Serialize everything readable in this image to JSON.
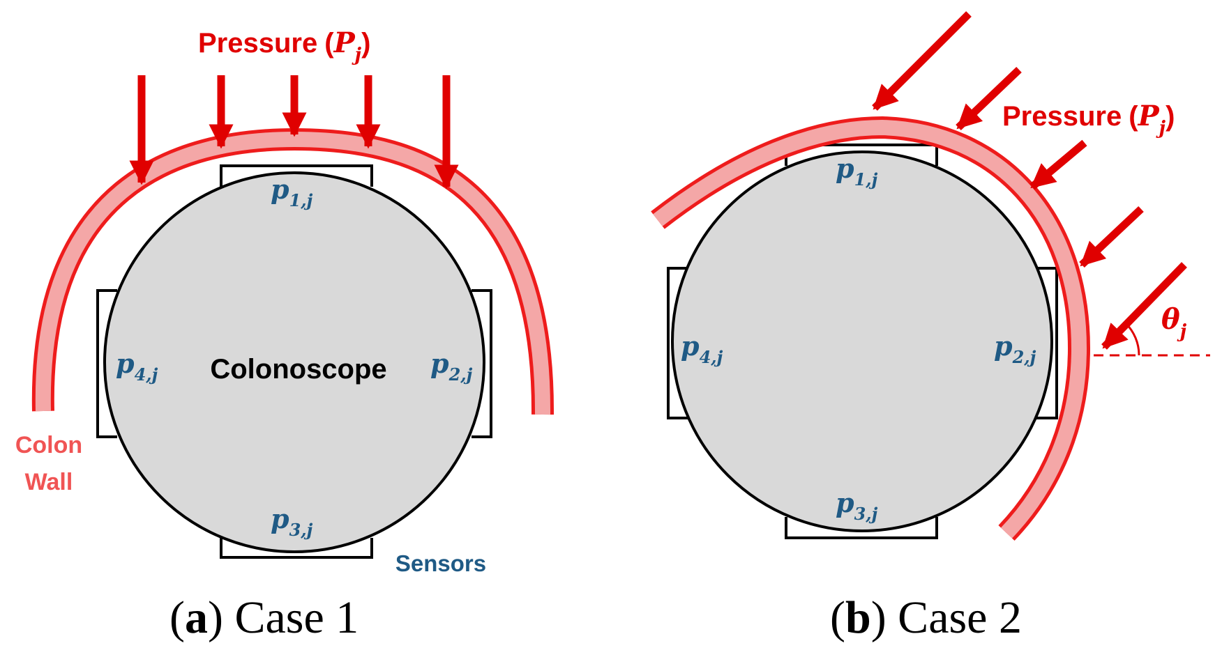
{
  "colors": {
    "arrow": "#e00000",
    "wall_fill": "#f4a7a7",
    "wall_stroke": "#ee1c1c",
    "wall_label": "#f05454",
    "sensor_label": "#1f5a85",
    "body_fill": "#d9d9d9",
    "outline": "#000000"
  },
  "panel_a": {
    "pressure_word": "Pressure",
    "pressure_open": "(",
    "pressure_var": "P",
    "pressure_sub": "j",
    "pressure_close": ")",
    "body_label": "Colonoscope",
    "wall_label_line1": "Colon",
    "wall_label_line2": "Wall",
    "sensors_label": "Sensors",
    "sensor_symbol": "p",
    "sensor_subs": [
      "1,j",
      "2,j",
      "3,j",
      "4,j"
    ],
    "caption_open": "(",
    "caption_letter": "a",
    "caption_rest": ") Case 1"
  },
  "panel_b": {
    "pressure_word": "Pressure",
    "pressure_open": "(",
    "pressure_var": "P",
    "pressure_sub": "j",
    "pressure_close": ")",
    "angle_symbol": "θ",
    "angle_sub": "j",
    "sensor_symbol": "p",
    "sensor_subs": [
      "1,j",
      "2,j",
      "3,j",
      "4,j"
    ],
    "caption_open": "(",
    "caption_letter": "b",
    "caption_rest": ") Case 2"
  }
}
